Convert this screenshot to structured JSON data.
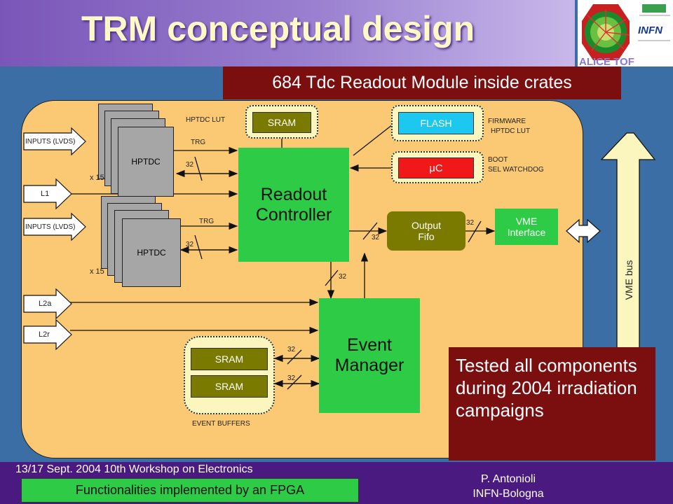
{
  "slide": {
    "title": "TRM conceptual design",
    "banner_top": "684 Tdc Readout Module inside crates",
    "banner_right": "Tested all components during 2004 irradiation campaigns",
    "logo_text": "ALICE TOF",
    "logo_infn": "INFN"
  },
  "diagram": {
    "inputs_lvds_1": "INPUTS (LVDS)",
    "inputs_lvds_2": "INPUTS (LVDS)",
    "l1": "L1",
    "l2a": "L2a",
    "l2r": "L2r",
    "hptdc_1": "HPTDC",
    "hptdc_2": "HPTDC",
    "x15_1": "x 15",
    "x15_2": "x 15",
    "hptdc_lut": "HPTDC LUT",
    "trg_1": "TRG",
    "trg_2": "TRG",
    "bus_32": "32",
    "sram_top": "SRAM",
    "flash": "FLASH",
    "firmware": "FIRMWARE",
    "firmware_lut": "HPTDC LUT",
    "uc": "μC",
    "boot": "BOOT",
    "sel_watchdog": "SEL WATCHDOG",
    "readout_controller_l1": "Readout",
    "readout_controller_l2": "Controller",
    "output_fifo_l1": "Output",
    "output_fifo_l2": "Fifo",
    "vme_interface_l1": "VME",
    "vme_interface_l2": "Interface",
    "event_manager_l1": "Event",
    "event_manager_l2": "Manager",
    "sram_buf_1": "SRAM",
    "sram_buf_2": "SRAM",
    "event_buffers": "EVENT BUFFERS",
    "vme_bus": "VME bus"
  },
  "footer": {
    "left": "13/17 Sept. 2004 10th Workshop on Electronics",
    "fpga_note": "Functionalities implemented by an FPGA",
    "author": "P. Antonioli",
    "affiliation": "INFN-Bologna"
  }
}
